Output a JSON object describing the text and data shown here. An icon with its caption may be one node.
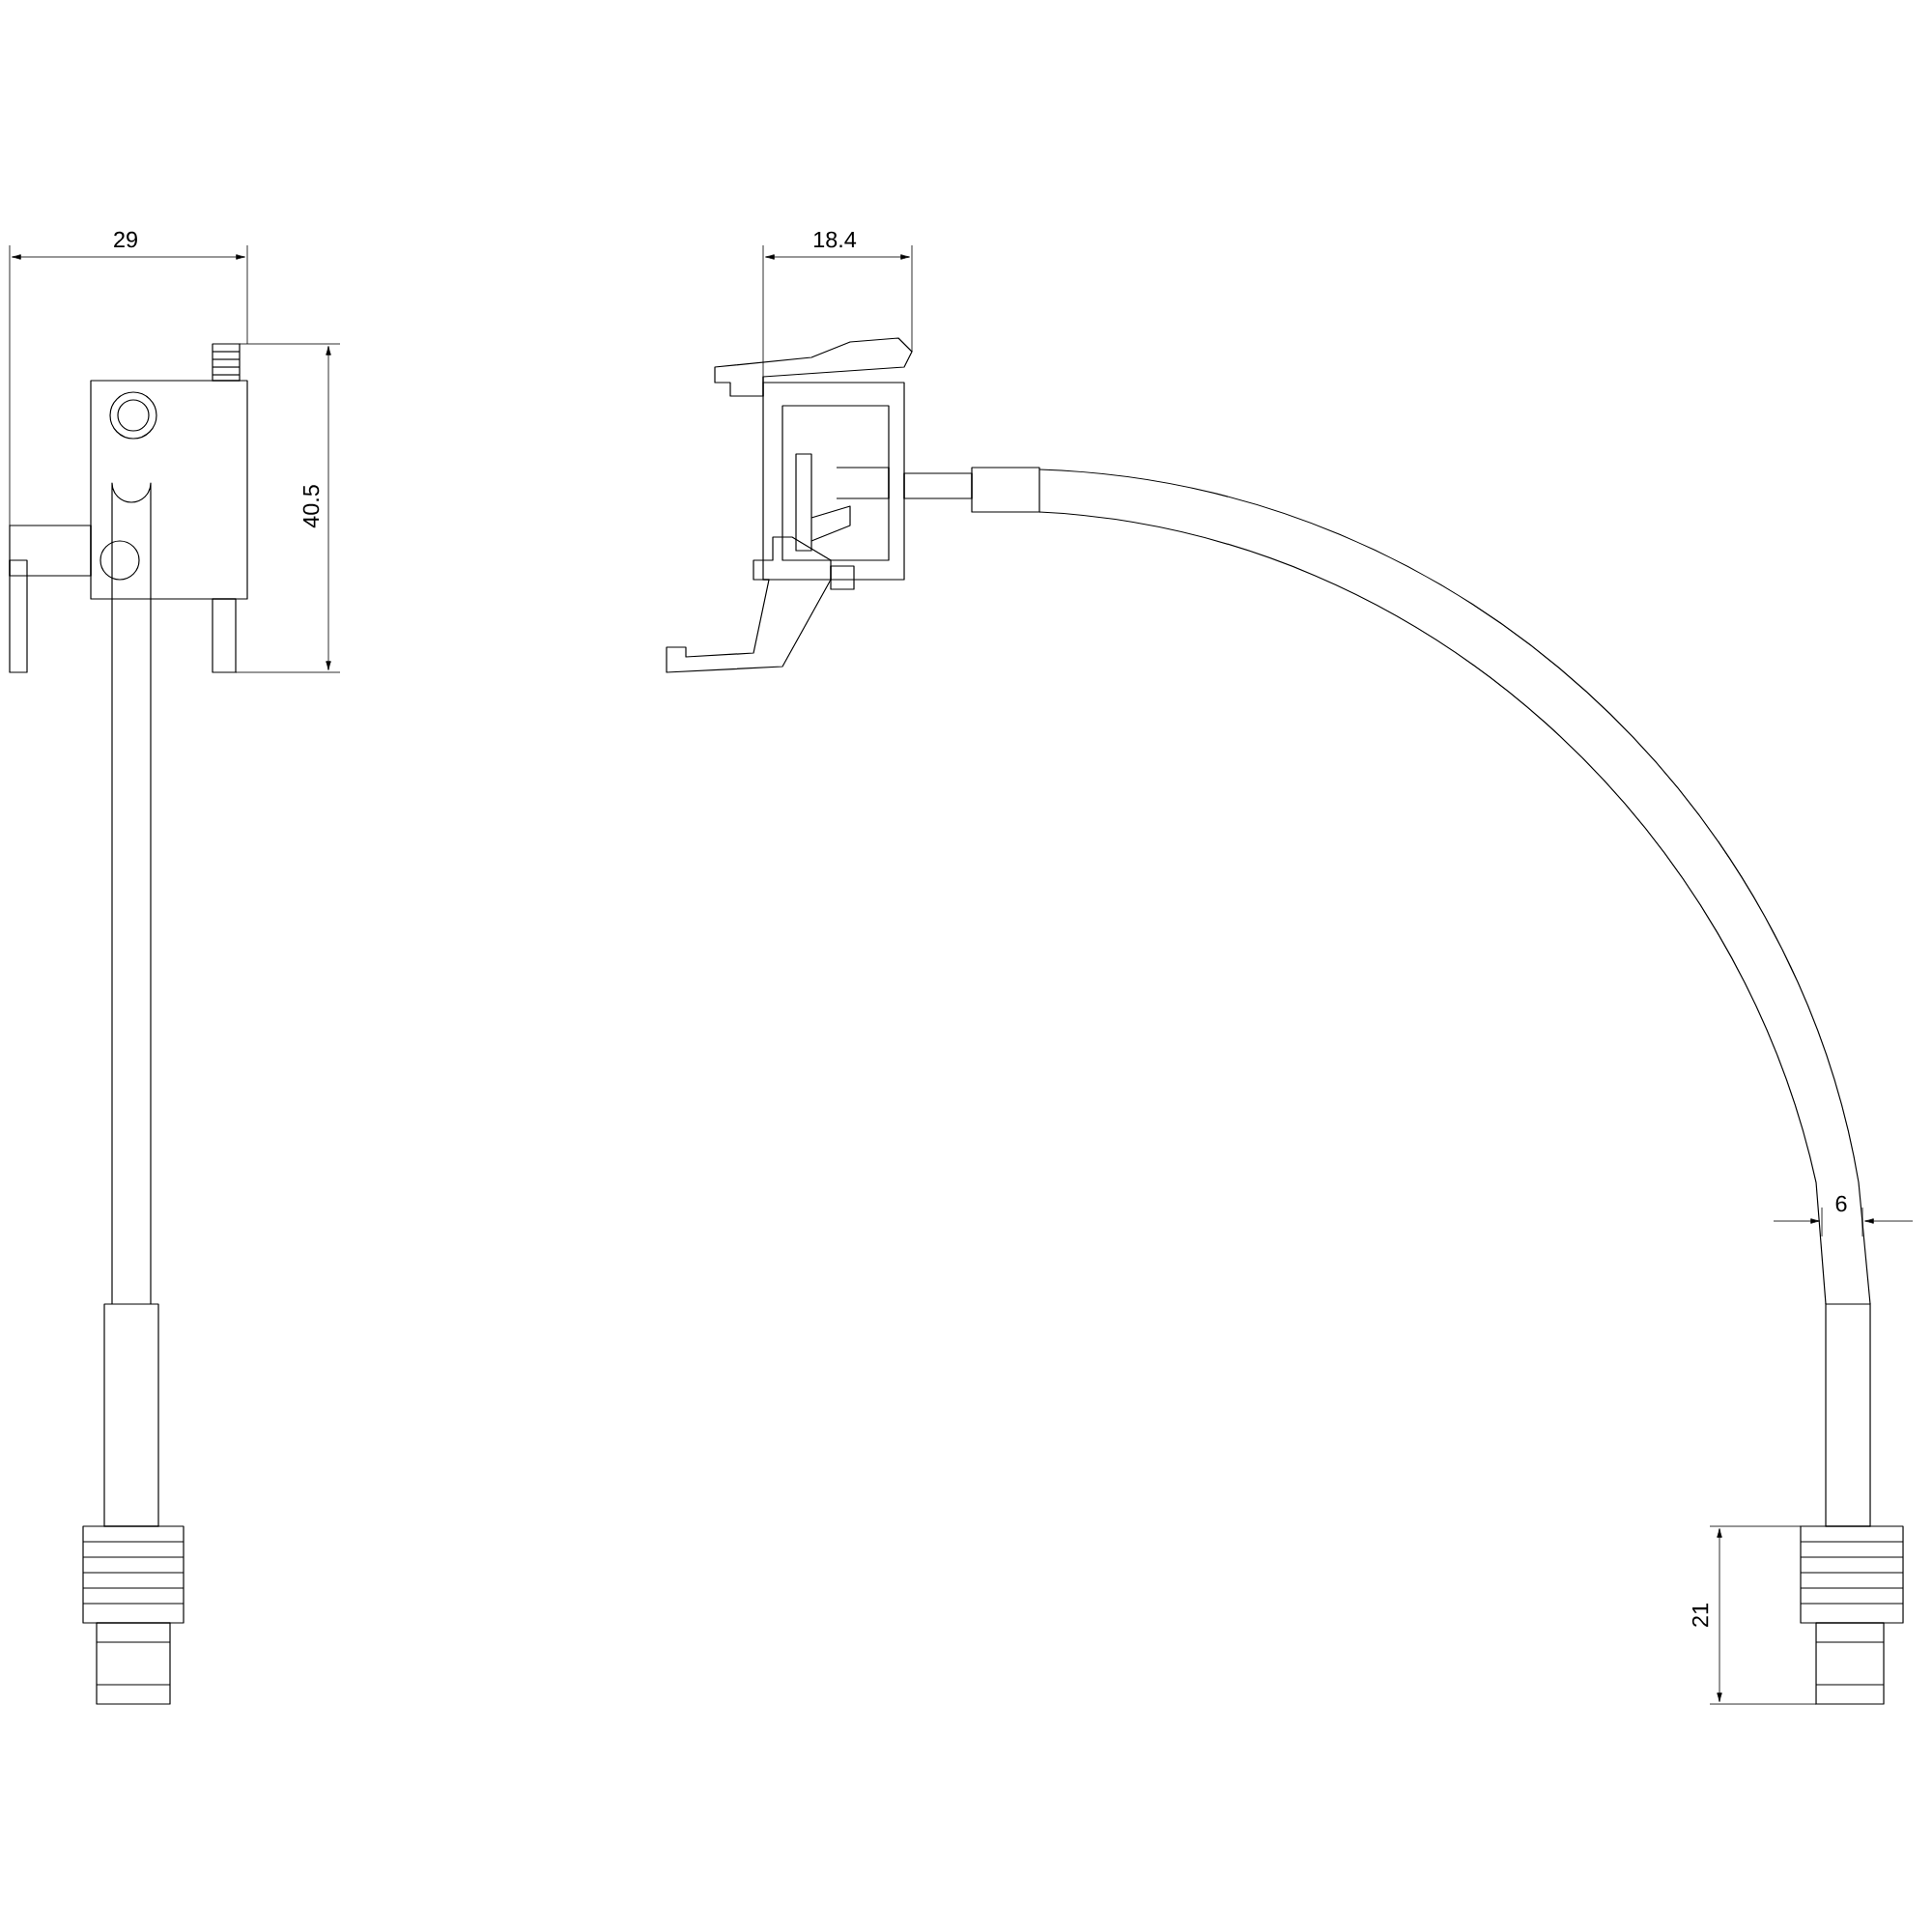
{
  "diagram": {
    "labels": [
      "29",
      "18.4",
      "40.5",
      "6",
      "21"
    ]
  }
}
